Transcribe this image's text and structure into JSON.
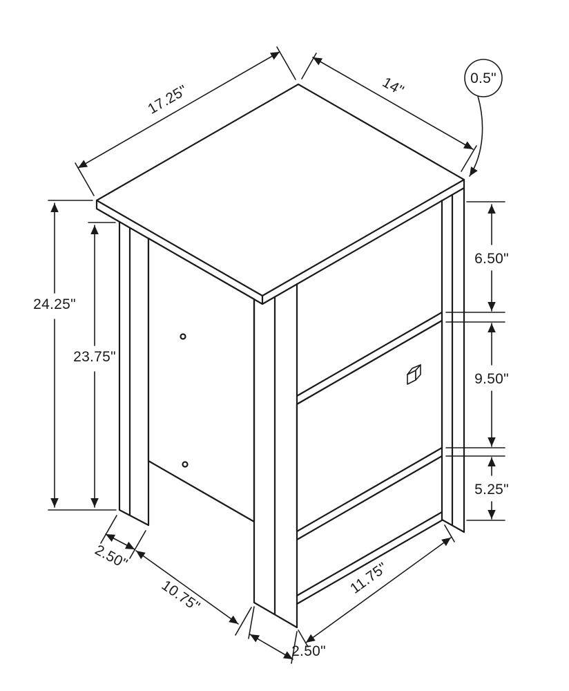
{
  "drawing": {
    "labels": {
      "top_width": "17.25\"",
      "top_depth": "14\"",
      "top_thickness": "0.5\"",
      "overall_height": "24.25\"",
      "leg_height": "23.75\"",
      "shelf_opening_height": "6.50\"",
      "door_height": "9.50\"",
      "base_opening_height": "5.25\"",
      "back_leg_width": "2.50\"",
      "side_bottom_span": "10.75\"",
      "front_bottom_span": "11.75\"",
      "front_leg_width": "2.50\""
    },
    "colors": {
      "line": "#1a1a1a",
      "background": "#ffffff"
    }
  }
}
